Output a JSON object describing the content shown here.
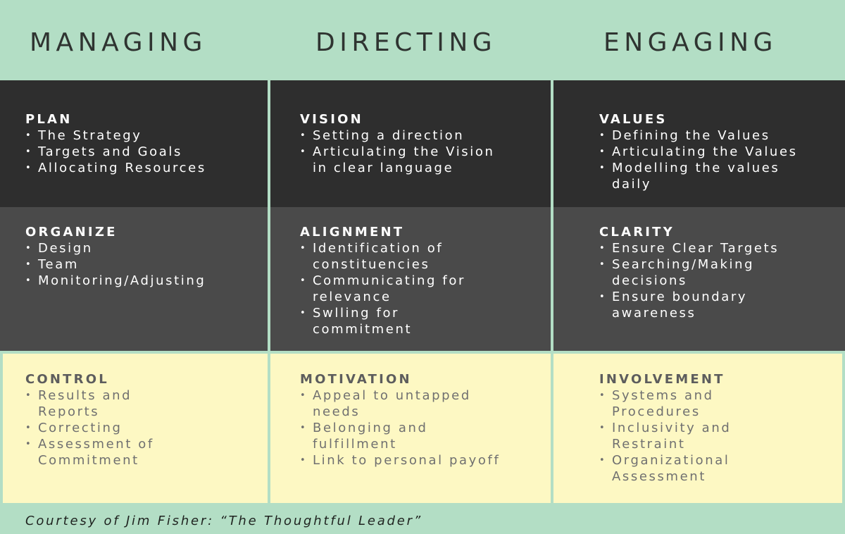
{
  "columns": [
    {
      "title": "MANAGING"
    },
    {
      "title": "DIRECTING"
    },
    {
      "title": "ENGAGING"
    }
  ],
  "rows": [
    {
      "cells": [
        {
          "title": "PLAN",
          "items": [
            "The Strategy",
            "Targets and Goals",
            "Allocating Resources"
          ]
        },
        {
          "title": "VISION",
          "items": [
            "Setting a direction",
            "Articulating the Vision in clear language"
          ]
        },
        {
          "title": "VALUES",
          "items": [
            "Defining the Values",
            "Articulating the Values",
            "Modelling the values daily"
          ]
        }
      ]
    },
    {
      "cells": [
        {
          "title": "ORGANIZE",
          "items": [
            "Design",
            "Team",
            "Monitoring/Adjusting"
          ]
        },
        {
          "title": "ALIGNMENT",
          "items": [
            "Identification of constituencies",
            "Communicating for relevance",
            "Swlling for commitment"
          ]
        },
        {
          "title": "CLARITY",
          "items": [
            "Ensure Clear Targets",
            "Searching/Making decisions",
            "Ensure boundary awareness"
          ]
        }
      ]
    },
    {
      "cells": [
        {
          "title": "CONTROL",
          "items": [
            "Results and Reports",
            "Correcting",
            "Assessment of Commitment"
          ]
        },
        {
          "title": "MOTIVATION",
          "items": [
            "Appeal to untapped needs",
            "Belonging and fulfillment",
            "Link to personal payoff"
          ]
        },
        {
          "title": "INVOLVEMENT",
          "items": [
            "Systems and Procedures",
            "Inclusivity and Restraint",
            "Organizational Assessment"
          ]
        }
      ]
    }
  ],
  "footer": {
    "credit": "Courtesy of Jim Fisher: “The Thoughtful Leader”"
  },
  "colors": {
    "header_bg": "#b3dec5",
    "row1_bg": "#2e2e2e",
    "row2_bg": "#4a4a4a",
    "row3_bg": "#fdf8c3"
  }
}
